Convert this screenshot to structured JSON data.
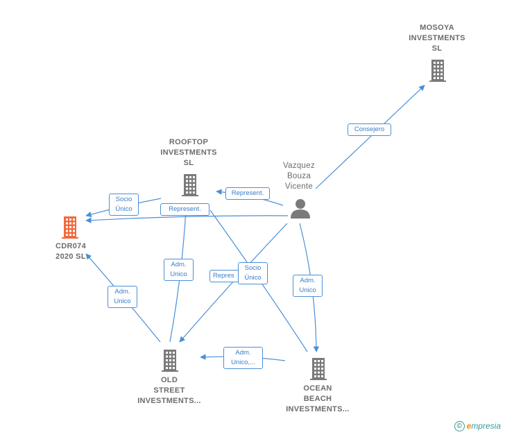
{
  "colors": {
    "edge": "#4a8fd6",
    "company_icon": "#7a7a7a",
    "focus_icon": "#f26a3d",
    "person_icon": "#7a7a7a",
    "label_text": "#6b6b6b",
    "edge_label_text": "#3a7cc6"
  },
  "nodes": {
    "mosoya": {
      "lines": [
        "MOSOYA",
        "INVESTMENTS",
        "SL"
      ],
      "icon": "building-icon"
    },
    "rooftop": {
      "lines": [
        "ROOFTOP",
        "INVESTMENTS",
        "SL"
      ],
      "icon": "building-icon"
    },
    "vazquez": {
      "lines": [
        "Vazquez",
        "Bouza",
        "Vicente"
      ],
      "icon": "person-icon"
    },
    "cdr": {
      "lines": [
        "CDR074",
        "2020  SL"
      ],
      "icon": "building-icon"
    },
    "oldstreet": {
      "lines": [
        "OLD",
        "STREET",
        "INVESTMENTS..."
      ],
      "icon": "building-icon"
    },
    "ocean": {
      "lines": [
        "OCEAN",
        "BEACH",
        "INVESTMENTS..."
      ],
      "icon": "building-icon"
    }
  },
  "edge_labels": {
    "consejero": [
      "Consejero"
    ],
    "represent_top": [
      "Represent."
    ],
    "socio_unico_left": [
      "Socio",
      "Único"
    ],
    "represent_mid": [
      "Represent."
    ],
    "adm_unico_rooftop": [
      "Adm.",
      "Unico"
    ],
    "represent_center": [
      "Repres"
    ],
    "socio_unico_center": [
      "Socio",
      "Único"
    ],
    "adm_unico_vazquez": [
      "Adm.",
      "Unico"
    ],
    "adm_unico_cdr": [
      "Adm.",
      "Unico"
    ],
    "adm_unico_ocean": [
      "Adm.",
      "Unico,..."
    ]
  },
  "footer": {
    "copyright": "©",
    "brand_first": "e",
    "brand_rest": "mpresia"
  }
}
